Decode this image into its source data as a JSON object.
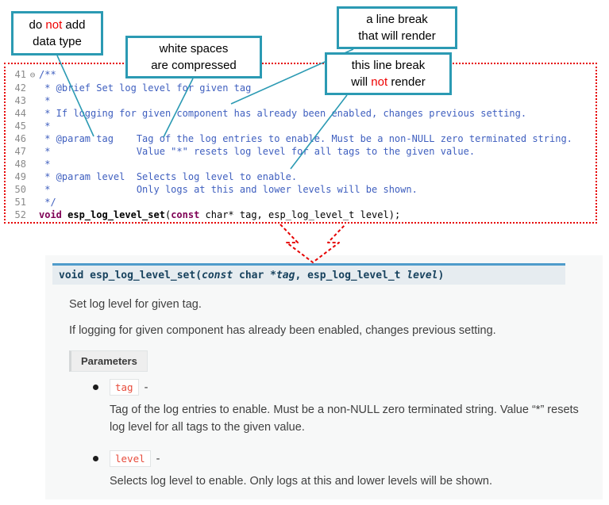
{
  "colors": {
    "callout_border": "#2b9ab3",
    "annotation_line": "#2b9ab3",
    "dotted_border": "#e60000",
    "arrow": "#e60000",
    "comment_text": "#3F5FBF",
    "keyword": "#7F0055",
    "highlight_red": "#ee0000",
    "signature_accent": "#4f9ccb",
    "param_literal": "#e74c3c"
  },
  "callouts": {
    "box1": {
      "l1a": "do ",
      "l1b": "not",
      "l1c": " add",
      "l2": "data type"
    },
    "box2": {
      "l1": "white spaces",
      "l2": "are  compressed"
    },
    "box3": {
      "l1": "a line break",
      "l2": "that will render"
    },
    "box4": {
      "l1": "this line break",
      "l2a": "will ",
      "l2b": "not",
      "l2c": " render"
    }
  },
  "code": {
    "lines": [
      {
        "num": "41",
        "fold": "⊖",
        "text": "/**"
      },
      {
        "num": "42",
        "text": " * @brief Set log level for given tag"
      },
      {
        "num": "43",
        "text": " *"
      },
      {
        "num": "44",
        "text": " * If logging for given component has already been enabled, changes previous setting."
      },
      {
        "num": "45",
        "text": " *"
      },
      {
        "num": "46",
        "text": " * @param tag    Tag of the log entries to enable. Must be a non-NULL zero terminated string."
      },
      {
        "num": "47",
        "text": " *               Value \"*\" resets log level for all tags to the given value."
      },
      {
        "num": "48",
        "text": " *"
      },
      {
        "num": "49",
        "text": " * @param level  Selects log level to enable."
      },
      {
        "num": "50",
        "text": " *               Only logs at this and lower levels will be shown."
      },
      {
        "num": "51",
        "text": " */"
      }
    ],
    "line52": {
      "num": "52",
      "kw1": "void",
      "fn": " esp_log_level_set",
      "p1": "(",
      "kw2": "const",
      "p2": " char* tag, esp_log_level_t level);"
    }
  },
  "doc": {
    "signature": {
      "kw_void": "void",
      "name": " esp_log_level_set",
      "open": "(",
      "kw_const": "const",
      "mid1": " char *",
      "arg1": "tag",
      "mid2": ", esp_log_level_t ",
      "arg2": "level",
      "close": ")"
    },
    "para1": "Set log level for given tag.",
    "para2": "If logging for given component has already been enabled, changes previous setting.",
    "params_label": "Parameters",
    "params": [
      {
        "name": "tag",
        "dash": "-",
        "desc": "Tag of the log entries to enable. Must be a non-NULL zero terminated string. Value “*” resets log level for all tags to the given value."
      },
      {
        "name": "level",
        "dash": "-",
        "desc": "Selects log level to enable. Only logs at this and lower levels will be shown."
      }
    ]
  }
}
